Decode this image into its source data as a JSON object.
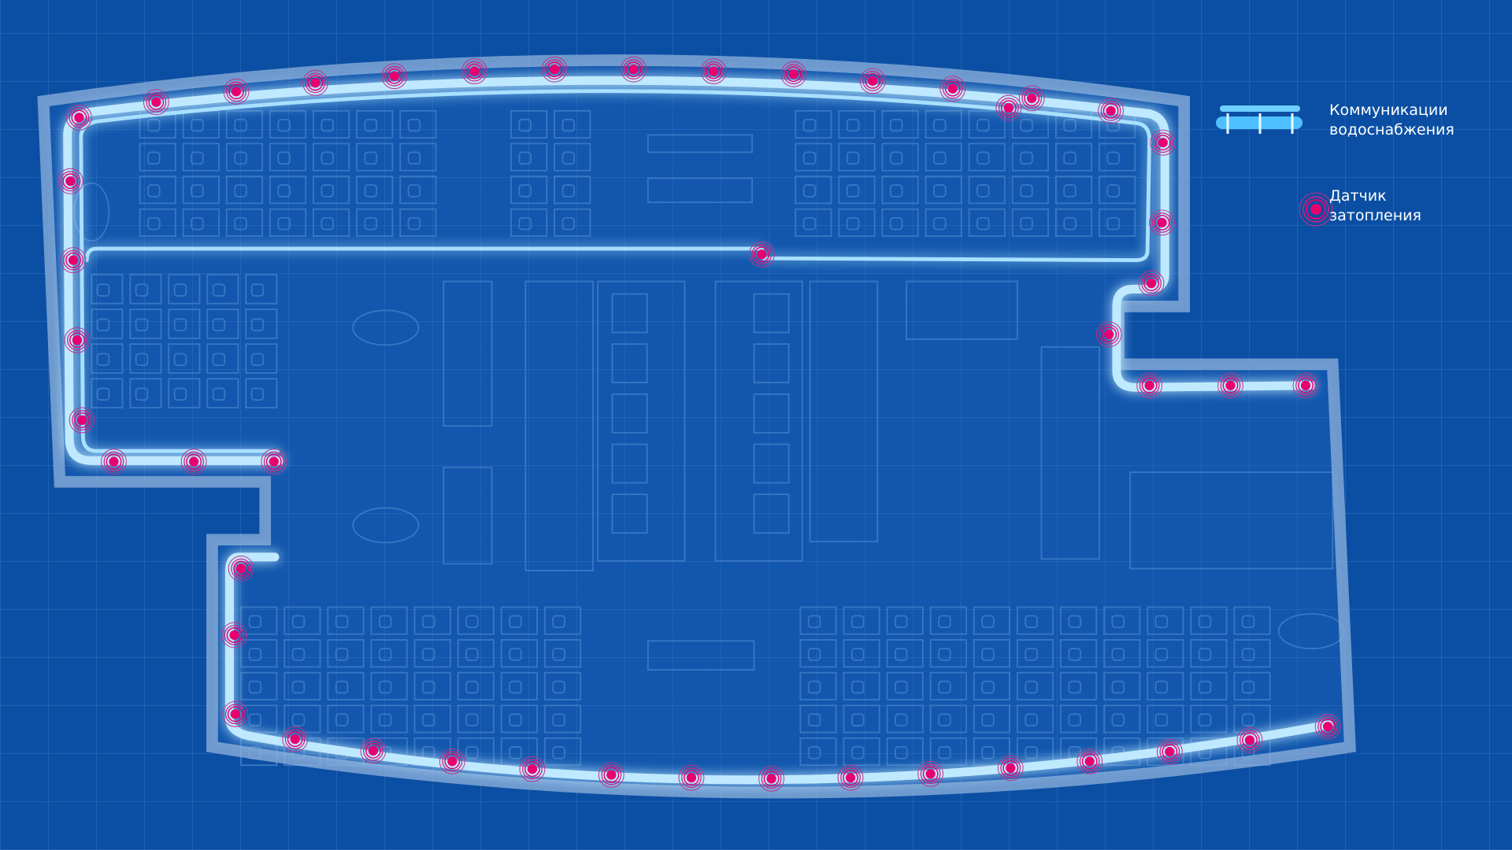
{
  "legend": {
    "pipes": {
      "line1": "Коммуникации",
      "line2": "водоснабжения",
      "icon": "water-pipe-icon"
    },
    "sensor": {
      "line1": "Датчик",
      "line2": "затопления",
      "icon": "flood-sensor-icon"
    }
  },
  "colors": {
    "background": "#0b4fa4",
    "pipe": "#7fd3ff",
    "sensor": "#e8006f",
    "wall": "#8fb2dc"
  }
}
